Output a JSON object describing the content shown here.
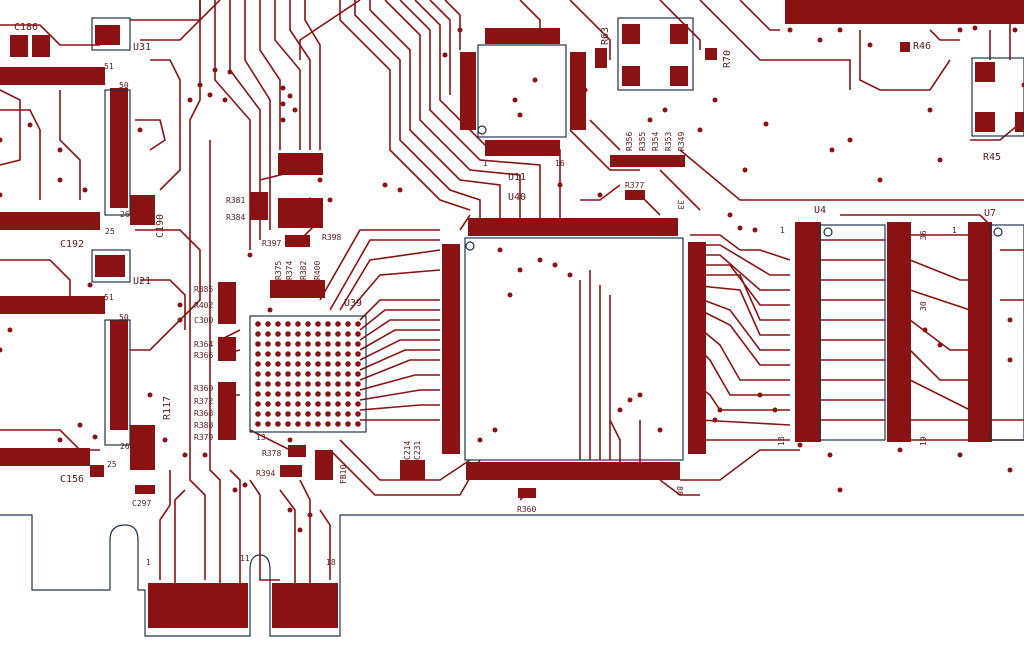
{
  "colors": {
    "background": "#ffffff",
    "copper": "#8b1212",
    "silkscreen": "#5b1a1a",
    "outline": "#1f3550"
  },
  "labels": {
    "c186": "C186",
    "u31": "U31",
    "c190": "C190",
    "c192": "C192",
    "u21": "U21",
    "c156": "C156",
    "r117": "R117",
    "c297": "C297",
    "r63": "R63",
    "r70": "R70",
    "r46": "R46",
    "r45": "R45",
    "u11": "U11",
    "u40": "U40",
    "u39": "U39",
    "u4": "U4",
    "u7": "U7",
    "r381": "R381",
    "r384": "R384",
    "r397": "R397",
    "r398": "R398",
    "r385": "R385",
    "r402": "R402",
    "c300": "C300",
    "r364": "R364",
    "r366": "R366",
    "r369": "R369",
    "r372": "R372",
    "r368": "R368",
    "r380": "R380",
    "r379": "R379",
    "r378": "R378",
    "r394": "R394",
    "fb10": "FB10",
    "r360": "R360",
    "r356": "R356",
    "r355": "R355",
    "r354": "R354",
    "r353": "R353",
    "r349": "R349",
    "r377": "R377",
    "r375": "R375",
    "r374": "R374",
    "r382": "R382",
    "r400": "R400",
    "c214": "C214",
    "c231": "C231"
  },
  "pin_numbers": {
    "n1a": "1",
    "n16": "16",
    "n51a": "51",
    "n50a": "50",
    "n26a": "26",
    "n25a": "25",
    "n51b": "51",
    "n50b": "50",
    "n26b": "26",
    "n25b": "25",
    "n13": "13",
    "n1u4": "1",
    "n18u4": "18",
    "n36": "36",
    "n30": "30",
    "n19": "19",
    "n1u7": "1",
    "n1edge": "1",
    "n11": "11",
    "n18edge": "18",
    "n33": "33",
    "n88": "88"
  }
}
